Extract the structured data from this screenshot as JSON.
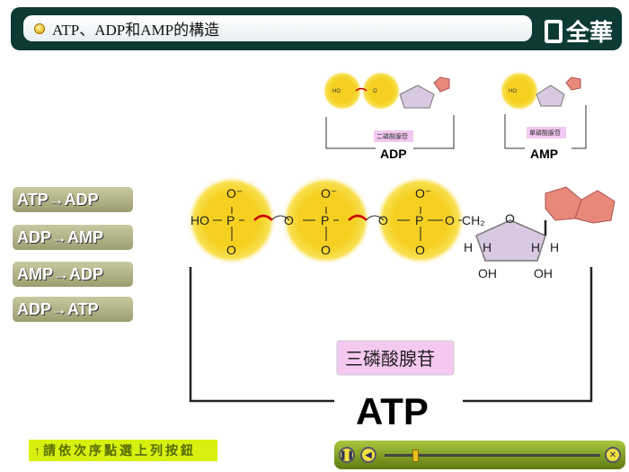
{
  "header": {
    "title": "ATP、ADP和AMP的構造",
    "logo": "全華"
  },
  "buttons": [
    {
      "label": "ATP→ADP"
    },
    {
      "label": "ADP→AMP"
    },
    {
      "label": "AMP→ADP"
    },
    {
      "label": "ADP→ATP"
    }
  ],
  "hint": "↑請依次序點選上列按鈕",
  "diagram": {
    "atp_name": "三磷酸腺苷",
    "atp_label": "ATP",
    "adp_name": "二磷酸腺苷",
    "adp_label": "ADP",
    "amp_name": "單磷酸腺苷",
    "amp_label": "AMP",
    "ho": "HO",
    "p": "P",
    "o": "O",
    "o_minus": "O⁻",
    "ch2": "CH₂",
    "h": "H",
    "oh": "OH"
  },
  "player": {
    "progress": 0.13,
    "pause_icon": "pause-icon",
    "rewind_icon": "rewind-icon",
    "close_icon": "close-icon"
  }
}
